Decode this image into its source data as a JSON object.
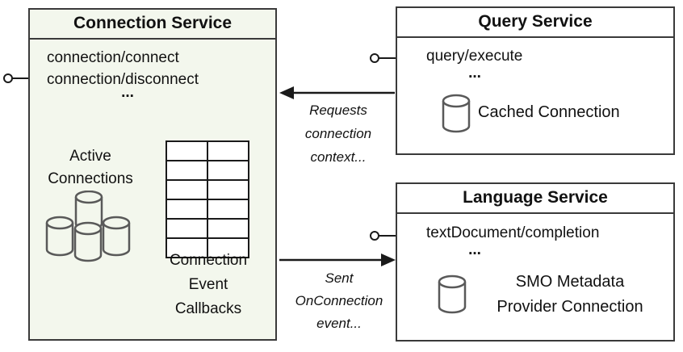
{
  "connection_service": {
    "title": "Connection Service",
    "endpoints": "connection/connect\nconnection/disconnect",
    "ellipsis": "...",
    "active_connections": "Active\nConnections",
    "callbacks": "Connection\nEvent\nCallbacks"
  },
  "query_service": {
    "title": "Query Service",
    "endpoint": "query/execute",
    "ellipsis": "...",
    "connection_label": "Cached Connection"
  },
  "language_service": {
    "title": "Language Service",
    "endpoint": "textDocument/completion",
    "ellipsis": "...",
    "connection_label": "SMO Metadata\nProvider Connection"
  },
  "arrows": {
    "requests": "Requests\nconnection\ncontext...",
    "sent": "Sent\nOnConnection\nevent..."
  },
  "colors": {
    "connection_box_fill": "#f3f7ed",
    "service_box_fill": "#ffffff",
    "border": "#3a3a3a",
    "connector": "#1a1a1a",
    "database_icon_stroke": "#595959"
  },
  "icons": {
    "database_cluster": "database-cluster-icon",
    "callbacks_table": "table-grid-icon",
    "cached_connection": "database-icon",
    "smo_connection": "database-icon",
    "interfaces": "lollipop-interface-icon"
  }
}
